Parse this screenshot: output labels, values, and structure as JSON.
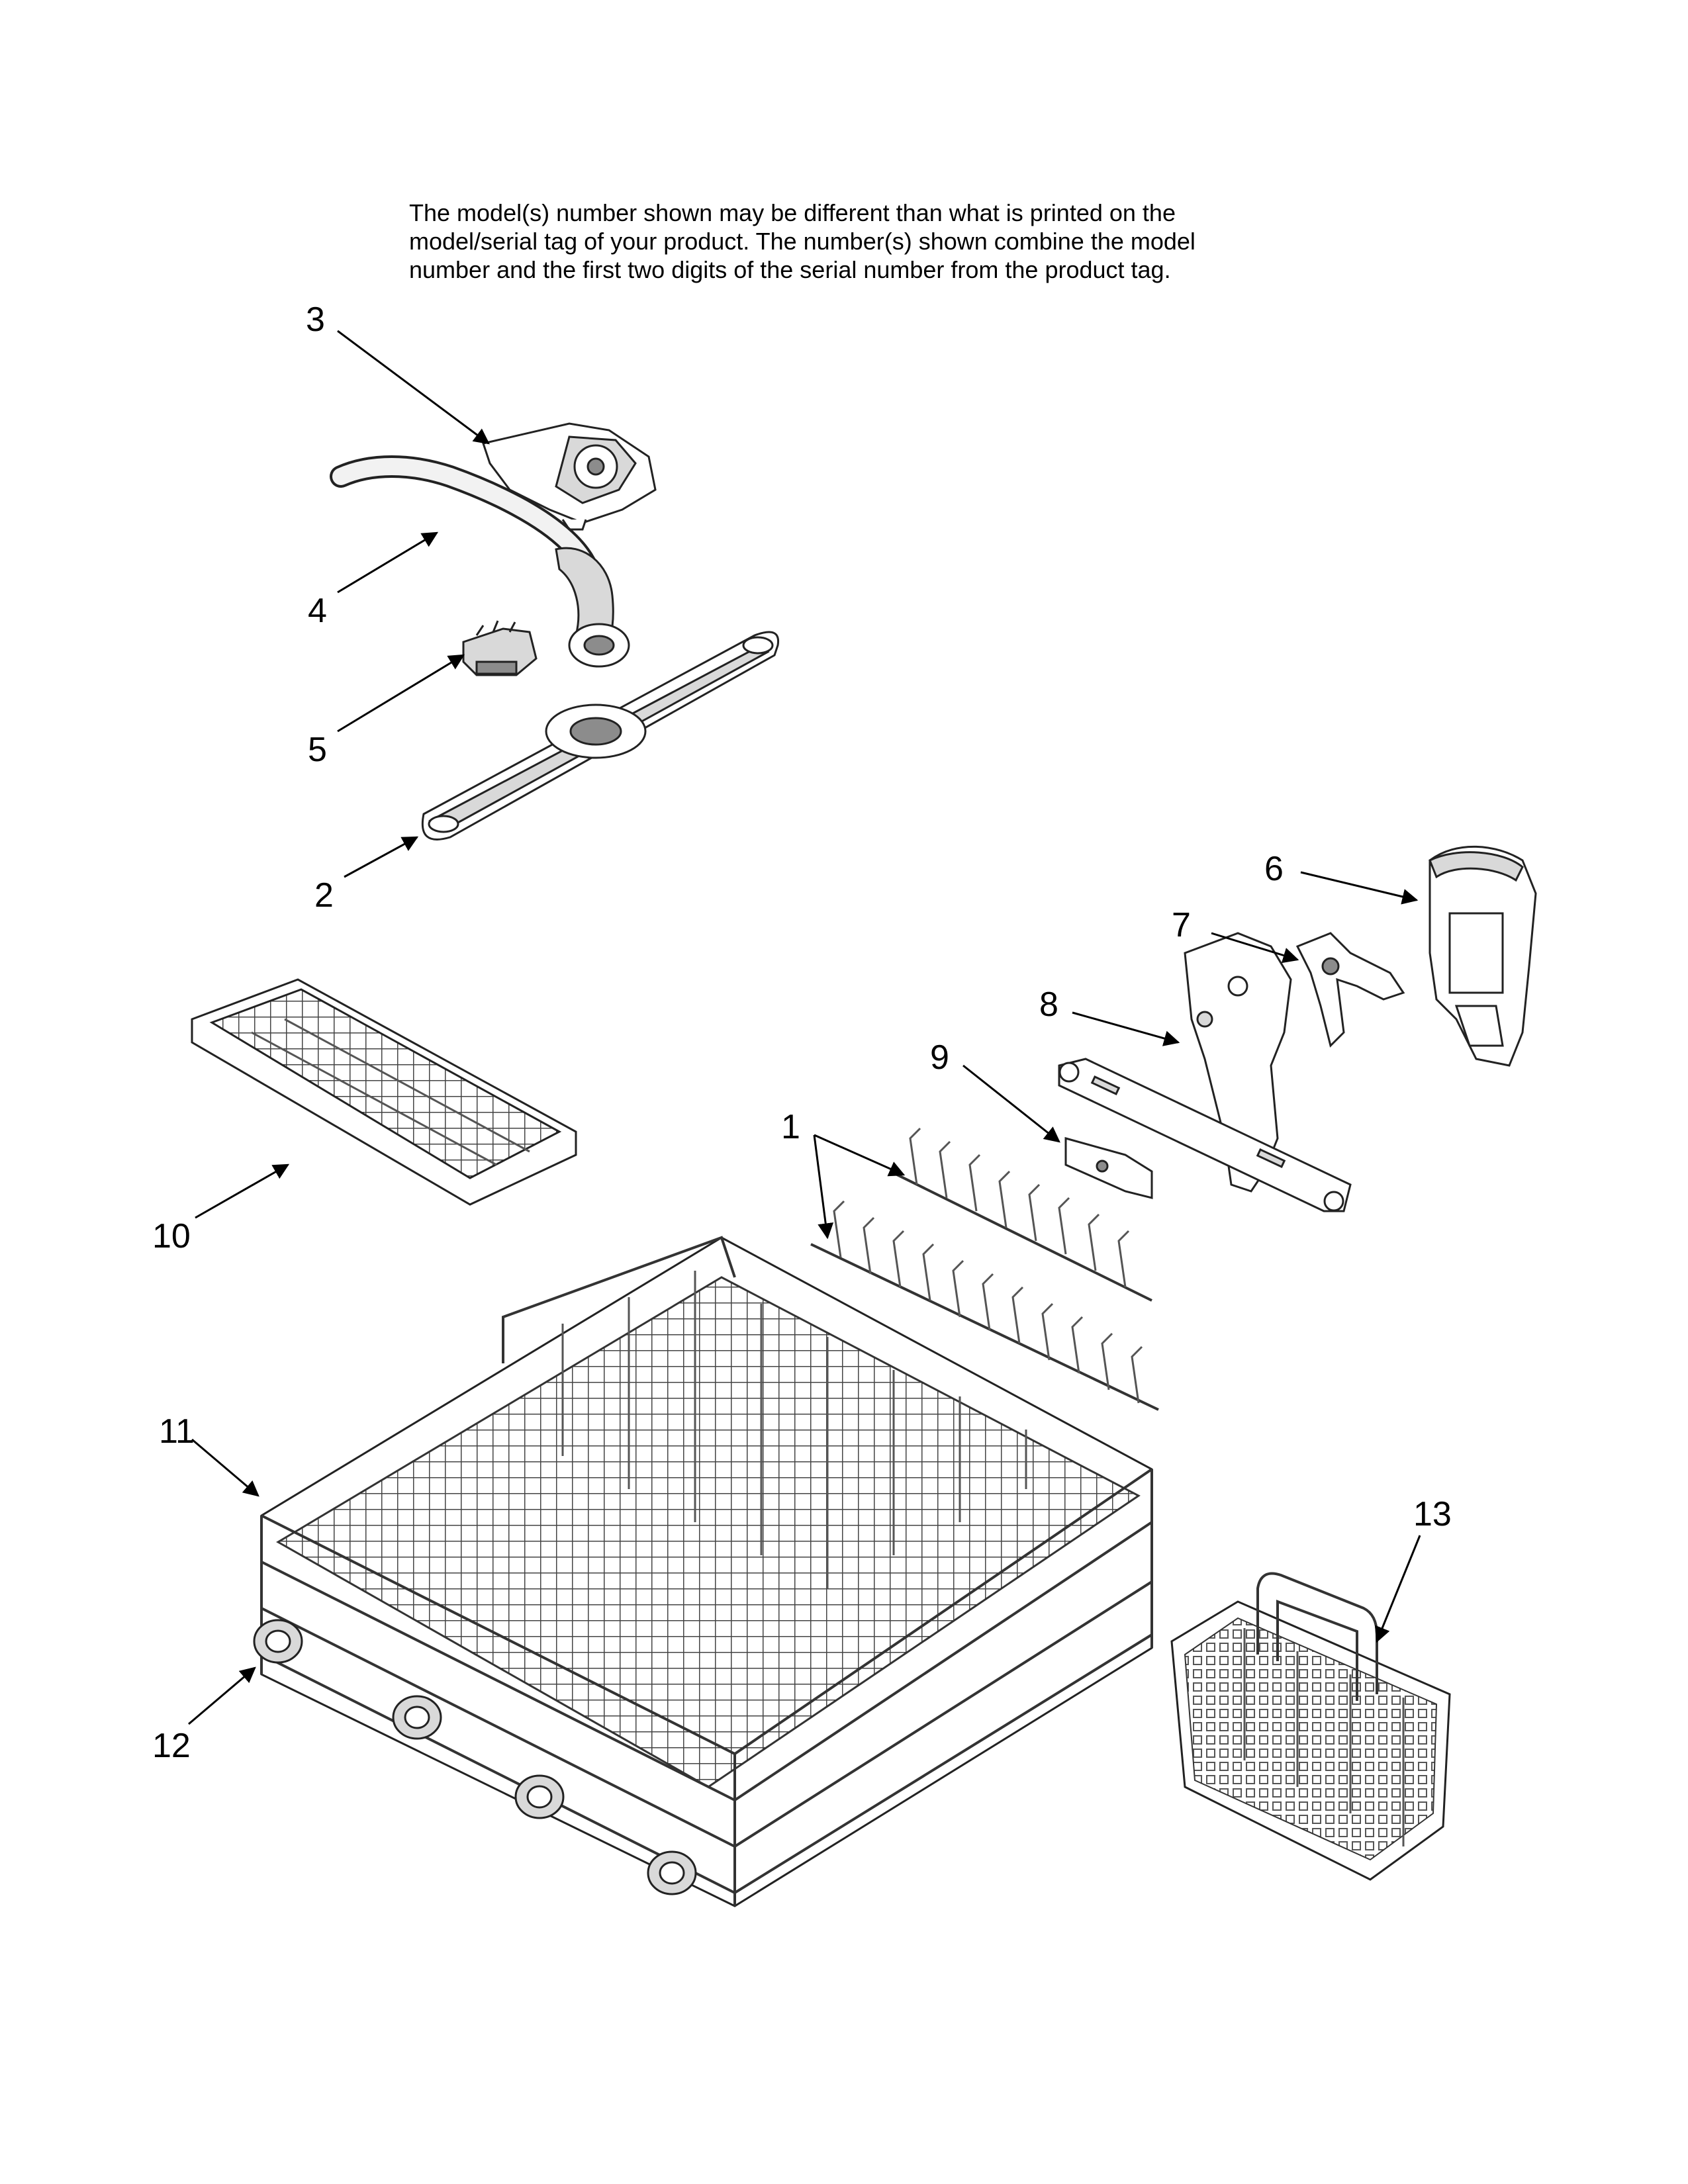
{
  "notice": {
    "lines": [
      "The model(s) number shown may be different than what is printed on the",
      "model/serial tag of your product. The number(s) shown combine the model",
      "number and the first two digits of the serial number from the product tag."
    ]
  },
  "callouts": {
    "c1": "1",
    "c2": "2",
    "c3": "3",
    "c4": "4",
    "c5": "5",
    "c6": "6",
    "c7": "7",
    "c8": "8",
    "c9": "9",
    "c10": "10",
    "c11": "11",
    "c12": "12",
    "c13": "13"
  }
}
